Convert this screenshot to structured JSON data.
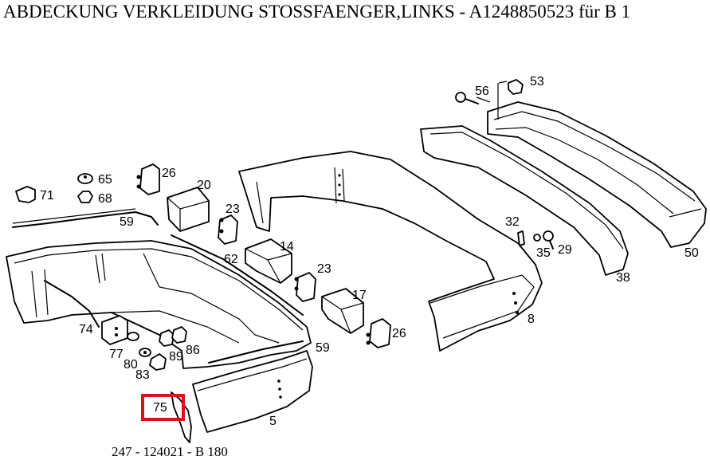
{
  "title": "ABDECKUNG VERKLEIDUNG STOSSFAENGER,LINKS - A1248850523 für B 1",
  "caption": "247 - 124021 - B 180",
  "highlight_color": "#e0101a",
  "highlighted_part": "75",
  "labels": {
    "l53": "53",
    "l56": "56",
    "l65": "65",
    "l26a": "26",
    "l71": "71",
    "l68": "68",
    "l20": "20",
    "l59a": "59",
    "l23a": "23",
    "l32": "32",
    "l35": "35",
    "l29": "29",
    "l14": "14",
    "l62": "62",
    "l23b": "23",
    "l50": "50",
    "l38": "38",
    "l17": "17",
    "l74": "74",
    "l8": "8",
    "l77": "77",
    "l86": "86",
    "l89": "89",
    "l80": "80",
    "l59b": "59",
    "l26b": "26",
    "l83": "83",
    "l75": "75",
    "l5": "5"
  }
}
